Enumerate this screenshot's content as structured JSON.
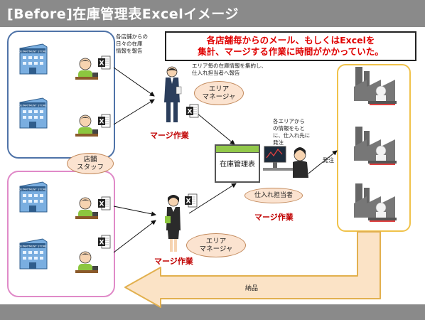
{
  "title": "[Before]在庫管理表Excelイメージ",
  "callout": {
    "line1": "各店舗毎からのメール、もしくはExcelを",
    "line2": "集計、マージする作業に時間がかかっていた。"
  },
  "notes": {
    "store_note": "各店舗からの\n日々の在庫\n情報を報告",
    "area_note": "エリア毎の在庫情報を集約し、\n仕入れ担当者へ報告",
    "buyer_note": "各エリアから\nの情報をもと\nに、仕入れ先に\n発注"
  },
  "labels": {
    "store_staff": "店舗\nスタッフ",
    "area_manager_top": "エリア\nマネージャ",
    "area_manager_bottom": "エリア\nマネージャ",
    "merge_top": "マージ作業",
    "merge_bottom": "マージ作業",
    "merge_right": "マージ作業",
    "purchase_staff": "仕入れ担当者",
    "inventory_sheet": "在庫管理表",
    "order": "発注",
    "delivery": "納品"
  },
  "icons": {
    "department_store": "department-store-icon",
    "excel": "excel-icon",
    "factory": "factory-icon"
  },
  "store_sign_text": "DEPARTMENT STORE",
  "excel_letter": "X",
  "colors": {
    "title_bar": "#8a8a8a",
    "store_group_top_border": "#4f73a8",
    "store_group_bottom_border": "#e08ac8",
    "factory_group_border": "#f0c24a",
    "merge_red": "#c00000",
    "callout_red": "#e00000",
    "oval_fill": "#fbe3d0",
    "arrow_fill": "#fbe3c6",
    "sheet_band": "#92c84a"
  }
}
